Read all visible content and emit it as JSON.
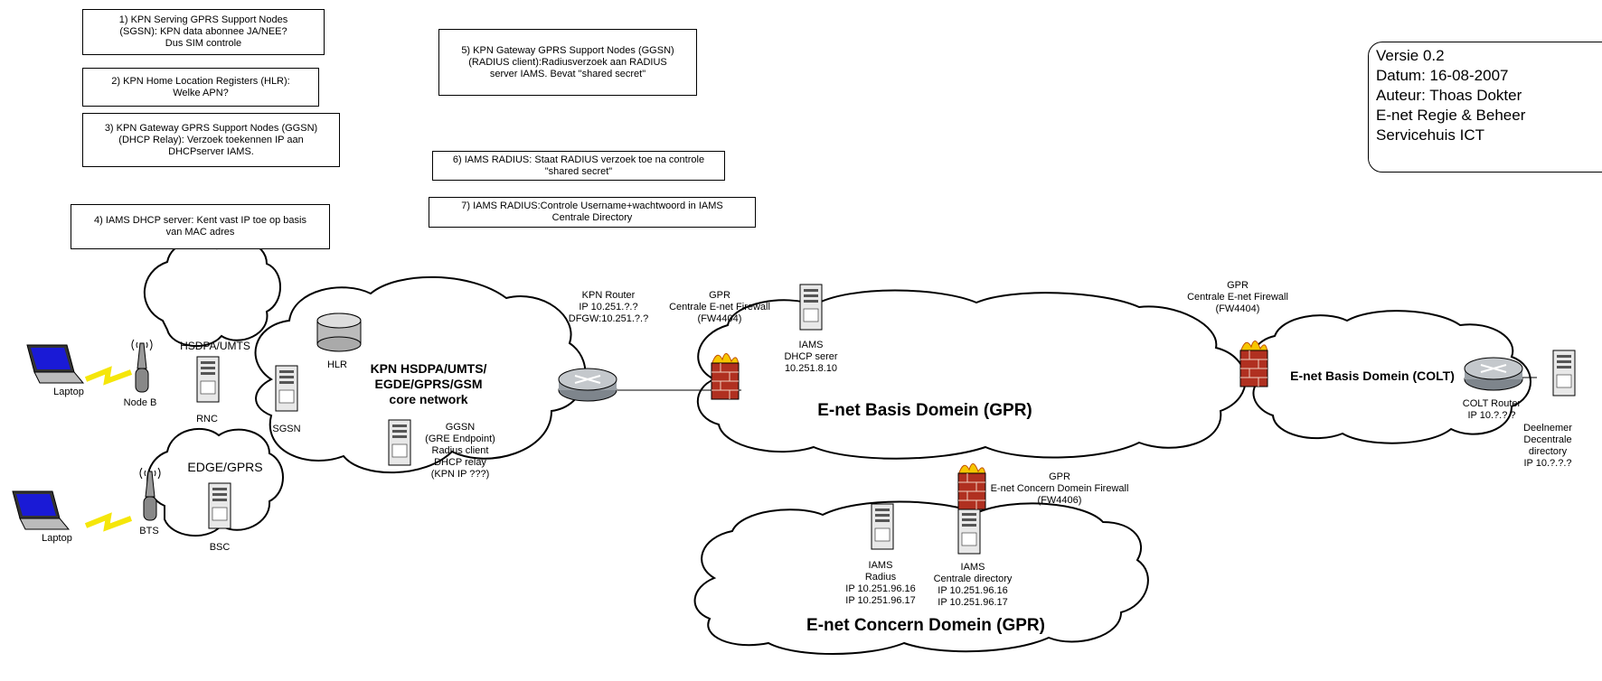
{
  "notes": {
    "n1": "1) KPN Serving GPRS Support Nodes\n(SGSN): KPN data abonnee JA/NEE?\nDus SIM controle",
    "n2": "2) KPN Home Location Registers (HLR):\nWelke APN?",
    "n3": "3) KPN Gateway GPRS Support Nodes (GGSN)\n(DHCP Relay): Verzoek toekennen IP aan\nDHCPserver IAMS.",
    "n4": "4) IAMS DHCP server: Kent vast  IP toe op basis\nvan MAC adres",
    "n5": "5) KPN Gateway GPRS Support Nodes (GGSN)\n(RADIUS client):Radiusverzoek aan RADIUS\nserver IAMS. Bevat \"shared secret\"",
    "n6": "6) IAMS RADIUS: Staat RADIUS verzoek toe na controle\n\"shared secret\"",
    "n7": "7) IAMS RADIUS:Controle Username+wachtwoord in IAMS\nCentrale Directory"
  },
  "version": {
    "line1": "Versie 0.2",
    "line2": "Datum:  16-08-2007",
    "line3": "Auteur: Thoas Dokter",
    "line4": "E-net Regie & Beheer",
    "line5": "Servicehuis ICT"
  },
  "labels": {
    "laptop1": "Laptop",
    "laptop2": "Laptop",
    "nodeb": "Node B",
    "bts": "BTS",
    "hsdpa": "HSDPA/UMTS",
    "rnc": "RNC",
    "edge": "EDGE/GPRS",
    "bsc": "BSC",
    "hlr": "HLR",
    "sgsn": "SGSN",
    "kpn_core": "KPN HSDPA/UMTS/\nEGDE/GPRS/GSM\ncore network",
    "ggsn": "GGSN\n(GRE Endpoint)\nRadius client\nDHCP relay\n(KPN IP ???)",
    "kpn_router": "KPN Router\nIP 10.251.?.?\nDFGW:10.251.?.?",
    "fw1": "GPR\nCentrale E-net Firewall\n(FW4404)",
    "dhcp": "IAMS\nDHCP serer\n10.251.8.10",
    "basis": "E-net Basis Domein (GPR)",
    "fw2": "GPR\nCentrale E-net Firewall\n(FW4404)",
    "colt_domain": "E-net Basis Domein (COLT)",
    "colt_router": "COLT  Router\nIP 10.?.?.?",
    "deelnemer": "Deelnemer\nDecentrale directory\nIP 10.?.?.?",
    "fw3": "GPR\nE-net Concern Domein Firewall\n(FW4406)",
    "radius": "IAMS\nRadius\nIP 10.251.96.16\nIP 10.251.96.17",
    "centrale_dir": "IAMS\nCentrale directory\nIP 10.251.96.16\nIP 10.251.96.17",
    "concern": "E-net Concern Domein (GPR)"
  },
  "colors": {
    "laptop_screen": "#1a1ad6",
    "lightning": "#f5e60a",
    "firewall_brick": "#b03020",
    "flame": "#f7c600",
    "router": "#9aa0a6"
  }
}
